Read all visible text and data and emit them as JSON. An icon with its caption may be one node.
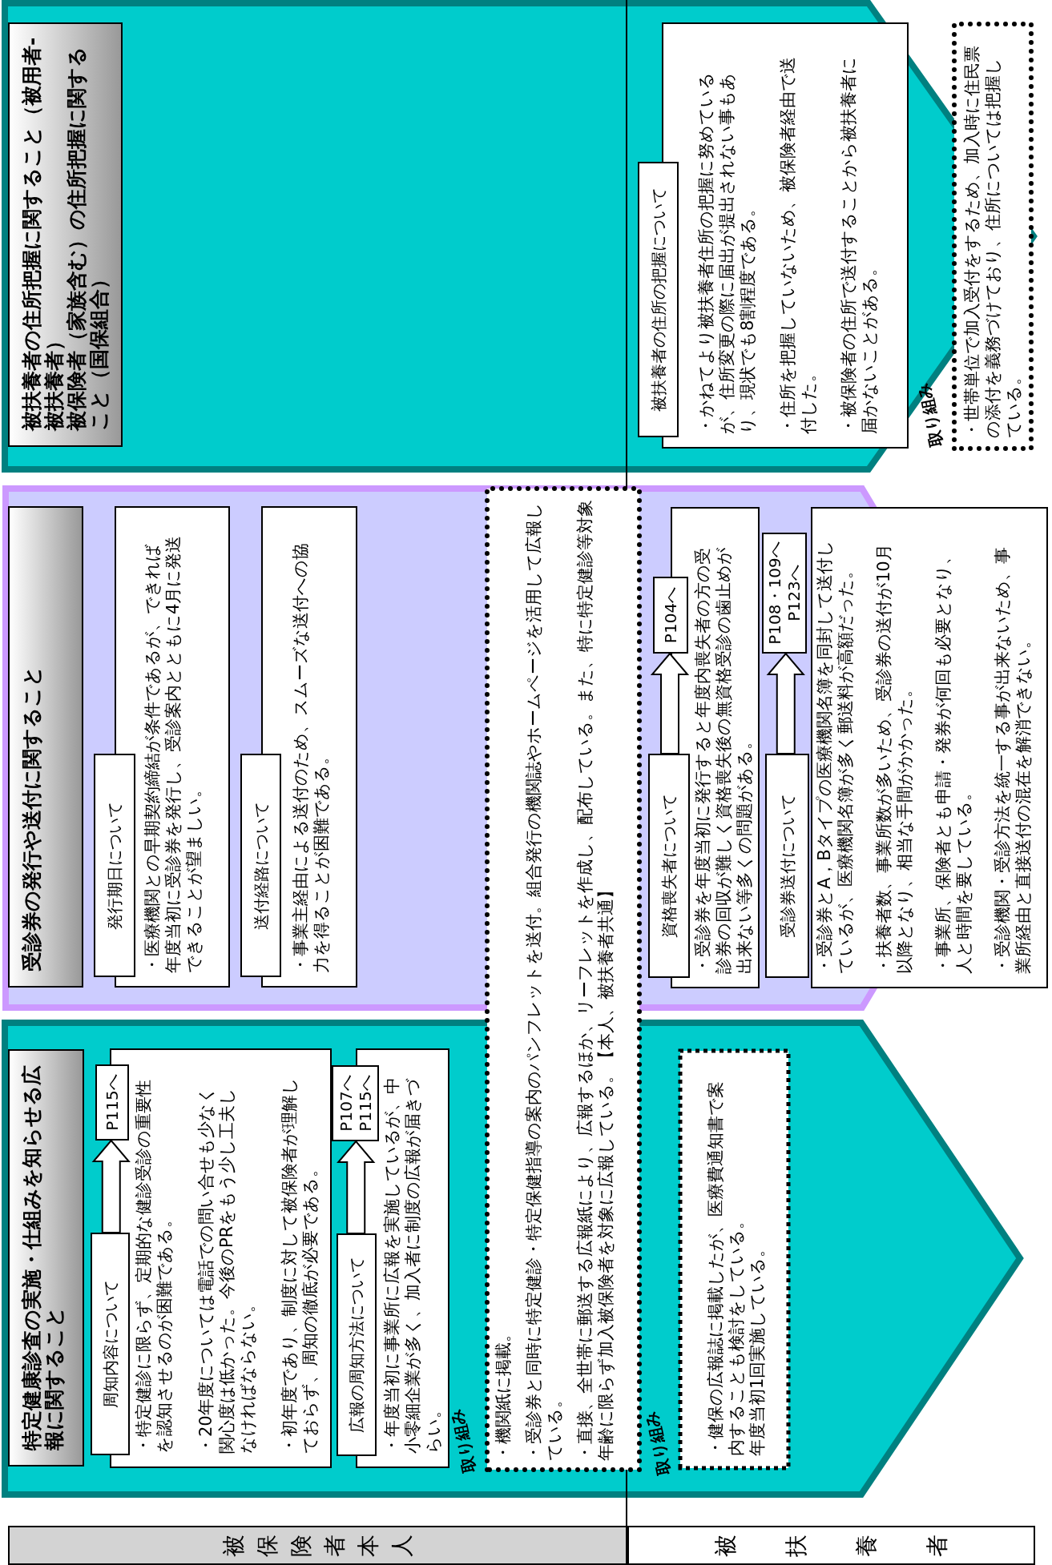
{
  "diagram": {
    "nodes": [
      {
        "text": [],
        "shape": "pentagon"
      },
      {
        "text": [
          "特定健康診査の実施・仕組みを知らせる広報に関すること"
        ],
        "in": 0
      },
      {
        "text": [
          "周知内容について"
        ],
        "in": 0
      },
      {
        "text": [
          "P115へ"
        ],
        "in": 0
      },
      {
        "text": [
          "・特定健診に限らず、定期的な健診受診の重要性を認知させるのが困難である。",
          "・20年度については電話での問い合せも少なく関心度は低かった。今後のPRをもう少し工夫しなければならない。",
          "・初年度であり、制度に対して被保険者が理解しておらず、周知の徹底が必要である。"
        ],
        "in": 0
      },
      {
        "text": [
          "広報の周知方法について"
        ],
        "in": 0
      },
      {
        "text": [
          "P107へ P115へ"
        ],
        "in": 0
      },
      {
        "text": [
          "・年度当初に事業所に広報を実施しているが、中小零細企業が多く、加入者に制度の広報が届きづらい。"
        ],
        "in": 0
      },
      {
        "text": [
          "・健保の広報誌に掲載したが、医療費通知書で案内することも検討をしている。",
          "年度当初1回実施している。"
        ],
        "in": 0
      },
      {
        "text": [],
        "shape": "pentagon"
      },
      {
        "text": [
          "受診券の発行や送付に関すること"
        ],
        "in": 9
      },
      {
        "text": [
          "発行期日について"
        ],
        "in": 9
      },
      {
        "text": [
          "・医療機関との早期契約締結が条件であるが、できれば年度当初に受診券を発行し、受診案内とともに4月に発送できることが望ましい。"
        ],
        "in": 9
      },
      {
        "text": [
          "送付経路について"
        ],
        "in": 9
      },
      {
        "text": [
          "・事業主経由による送付のため、スムーズな送付への協力を得ることが困難である。"
        ],
        "in": 9
      },
      {
        "text": [
          "資格喪失者について"
        ],
        "in": 9
      },
      {
        "text": [
          "P104へ"
        ],
        "in": 9
      },
      {
        "text": [
          "・受診券を年度当初に発行すると年度内喪失者の方の受診券の回収が難しく資格喪失後の無資格受診の歯止めが出来ない等多くの問題がある。"
        ],
        "in": 9
      },
      {
        "text": [
          "受診券送付について"
        ],
        "in": 9
      },
      {
        "text": [
          "P108・109へ P123へ"
        ],
        "in": 9
      },
      {
        "text": [
          "・受診券とA，Bタイプの医療機関名簿を同封して送付しているが、医療機関名簿が多く郵送料が高額だった。",
          "・扶養者数、事業所数が多いため、受診券の送付が10月以降となり、相当な手間がかかった。",
          "・事業所、保険者とも申請・発券が何回も必要となり、人と時間を要している。",
          "・受診機関・受診方法を統一する事が出来ないため、事業所経由と直接送付の混在を解消できない。"
        ]
      },
      {
        "text": [],
        "shape": "pentagon"
      },
      {
        "text": [
          "被扶養者の住所把握に関すること（被用者-被扶養者）",
          "被保険者（家族含む）の住所把握に関すること（国保組合）"
        ],
        "in": 21
      },
      {
        "text": [
          "被扶養者の住所の把握について"
        ],
        "in": 21
      },
      {
        "text": [
          "・かねてより被扶養者住所の把握に努めているが、住所変更の際に届出が提出されない事もあり、現状でも8割程度である。",
          "・住所を把握していないため、被保険者経由で送付した。",
          "・被保険者の住所で送付することから被扶養者に届かないことがある。"
        ],
        "in": 21
      },
      {
        "text": [
          "・世帯単位で加入受付をするため、加入時に住民票の添付を義務づけており、住所については把握している。"
        ],
        "in": 21
      },
      {
        "text": [
          "・機関紙に掲載。",
          "・受診券と同時に特定健診・特定保健指導の案内のパンフレットを送付。組合発行の機関誌やホームページを活用して広報している。",
          "・直接、全世帯に郵送する広報紙により、広報するほか、リーフレットを作成し、配布している。また、特に特定健診等対象年齢に限らず加入被保険者を対象に広報している。【本人、被扶養者共通】"
        ]
      },
      {
        "text": [
          "被保険者本人"
        ]
      },
      {
        "text": [
          "被扶養者"
        ]
      }
    ],
    "edges": [
      {
        "from": 2,
        "to": 3,
        "arrow": "to"
      },
      {
        "from": 5,
        "to": 6,
        "arrow": "to"
      },
      {
        "from": 15,
        "to": 16,
        "arrow": "to"
      },
      {
        "from": 18,
        "to": 19,
        "arrow": "to"
      }
    ],
    "labels": [
      "取り組み",
      "取り組み",
      "取り組み"
    ]
  }
}
